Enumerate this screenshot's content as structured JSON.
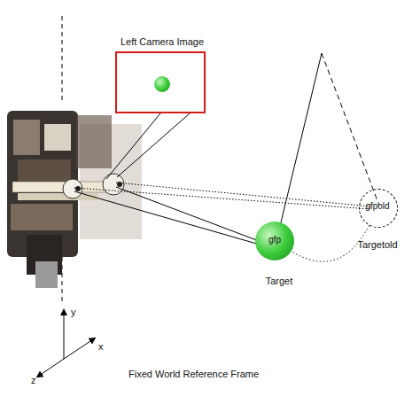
{
  "diagram": {
    "nodes": [
      {
        "text": [
          "Left Camera Image"
        ]
      },
      {
        "text": [
          "gfp",
          "Target"
        ]
      },
      {
        "text": [
          "gfpold",
          "Targetold"
        ]
      }
    ],
    "edges": [
      {
        "from": 2,
        "to": 1,
        "arrow": "none"
      }
    ],
    "labels": [
      "y",
      "x",
      "z",
      "Fixed World Reference Frame"
    ]
  }
}
